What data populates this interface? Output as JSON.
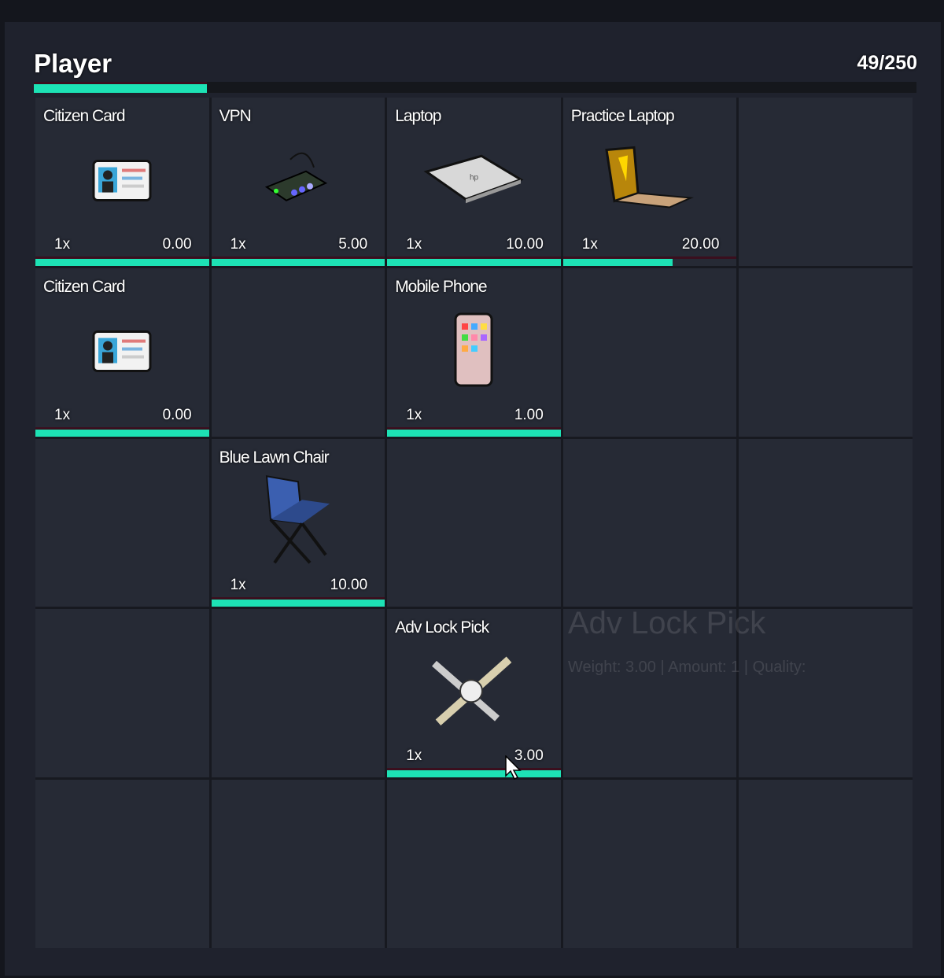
{
  "inventory": {
    "title": "Player",
    "weight": "49/250",
    "weight_fraction": 0.196
  },
  "colors": {
    "accent": "#1de2b5",
    "slot": "#262a35",
    "panel": "#1f222d"
  },
  "slots": [
    {
      "name": "Citizen Card",
      "amount": "1x",
      "weight": "0.00",
      "icon": "id-card-icon",
      "durability": 1
    },
    {
      "name": "VPN",
      "amount": "1x",
      "weight": "5.00",
      "icon": "vpn-device-icon",
      "durability": 1
    },
    {
      "name": "Laptop",
      "amount": "1x",
      "weight": "10.00",
      "icon": "laptop-icon",
      "durability": 1
    },
    {
      "name": "Practice Laptop",
      "amount": "1x",
      "weight": "20.00",
      "icon": "gold-laptop-icon",
      "durability": 0.63
    },
    null,
    {
      "name": "Citizen Card",
      "amount": "1x",
      "weight": "0.00",
      "icon": "id-card-icon",
      "durability": 1
    },
    null,
    {
      "name": "Mobile Phone",
      "amount": "1x",
      "weight": "1.00",
      "icon": "phone-icon",
      "durability": 1
    },
    null,
    null,
    null,
    {
      "name": "Blue Lawn Chair",
      "amount": "1x",
      "weight": "10.00",
      "icon": "chair-icon",
      "durability": 1
    },
    null,
    null,
    null,
    null,
    null,
    {
      "name": "Adv Lock Pick",
      "amount": "1x",
      "weight": "3.00",
      "icon": "lockpick-icon",
      "durability": 1
    },
    null,
    null,
    null,
    null,
    null,
    null,
    null
  ],
  "tooltip": {
    "title": "Adv Lock Pick",
    "details": "Weight: 3.00 | Amount: 1 | Quality:"
  }
}
